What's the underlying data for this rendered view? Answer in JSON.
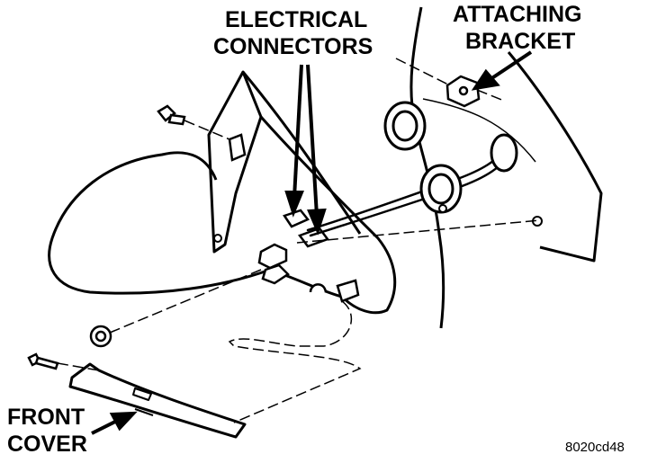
{
  "labels": {
    "electrical_connectors": [
      "ELECTRICAL",
      "CONNECTORS"
    ],
    "attaching_bracket": [
      "ATTACHING",
      "BRACKET"
    ],
    "front_cover": [
      "FRONT",
      "COVER"
    ]
  },
  "figure_code": "8020cd48"
}
